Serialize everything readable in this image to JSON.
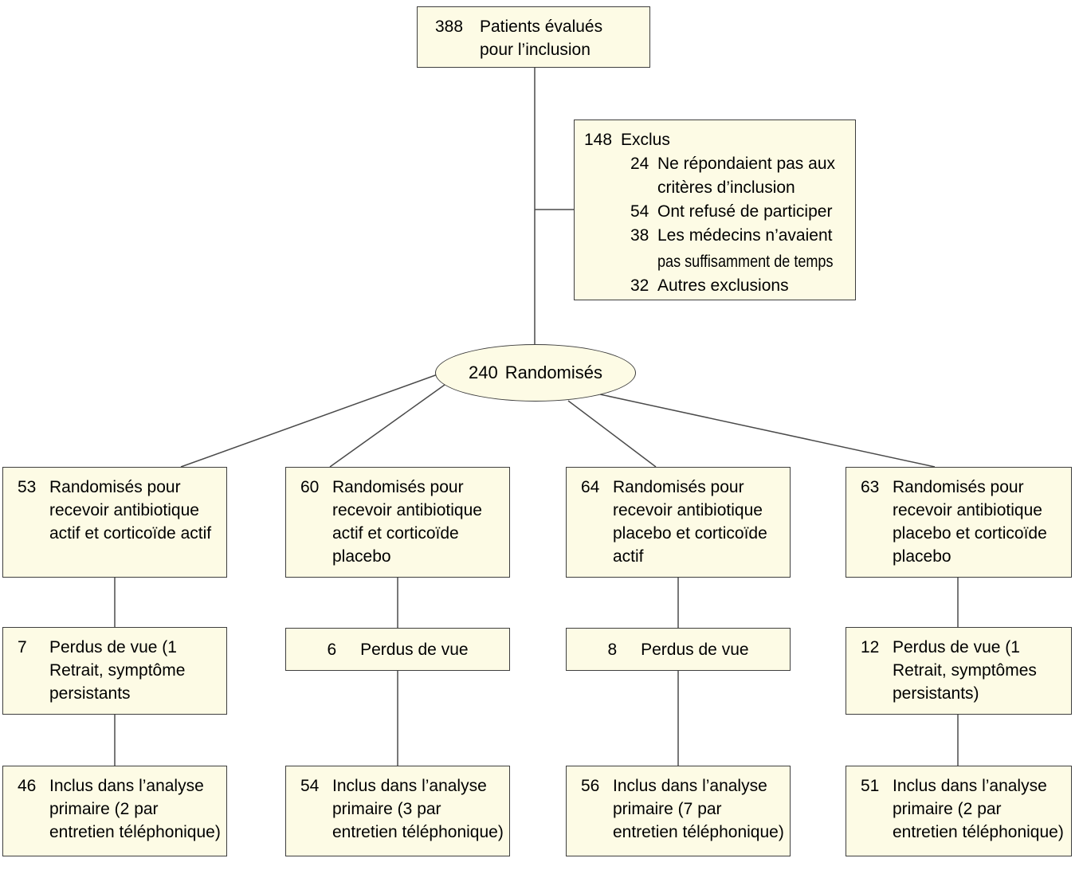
{
  "flowchart": {
    "assessed": {
      "n": "388",
      "label": "Patients évalués pour l’inclusion"
    },
    "excluded": {
      "n": "148",
      "label": "Exclus",
      "reasons": [
        {
          "n": "24",
          "label": "Ne répondaient pas aux critères d’inclusion"
        },
        {
          "n": "54",
          "label": "Ont refusé de participer"
        },
        {
          "n": "38",
          "label": "Les médecins n’avaient",
          "label2": "pas suffisamment de temps"
        },
        {
          "n": "32",
          "label": "Autres exclusions"
        }
      ]
    },
    "randomized": {
      "n": "240",
      "label": "Randomisés"
    },
    "arms": [
      {
        "randomized": {
          "n": "53",
          "label": "Randomisés pour recevoir antibiotique actif et corticoïde actif"
        },
        "lost": {
          "n": "7",
          "label": "Perdus de vue (1 Retrait, symptôme persistants"
        },
        "analyzed": {
          "n": "46",
          "label": "Inclus dans l’analyse primaire (2 par entretien téléphonique)"
        }
      },
      {
        "randomized": {
          "n": "60",
          "label": "Randomisés pour recevoir antibiotique actif et corticoïde placebo"
        },
        "lost": {
          "n": "6",
          "label": "Perdus de vue"
        },
        "analyzed": {
          "n": "54",
          "label": "Inclus dans l’analyse primaire (3 par entretien téléphonique)"
        }
      },
      {
        "randomized": {
          "n": "64",
          "label": "Randomisés pour recevoir antibiotique placebo et corticoïde actif"
        },
        "lost": {
          "n": "8",
          "label": "Perdus de vue"
        },
        "analyzed": {
          "n": "56",
          "label": "Inclus dans l’analyse primaire (7 par entretien téléphonique)"
        }
      },
      {
        "randomized": {
          "n": "63",
          "label": "Randomisés pour recevoir antibiotique placebo et corticoïde placebo"
        },
        "lost": {
          "n": "12",
          "label": "Perdus de vue (1 Retrait, symptômes persistants)"
        },
        "analyzed": {
          "n": "51",
          "label": "Inclus dans l’analyse primaire (2 par entretien téléphonique)"
        }
      }
    ],
    "colors": {
      "box_fill": "#fdfbe5",
      "box_border": "#3e3e3e",
      "line": "#4a4a4a",
      "text": "#000000"
    }
  }
}
